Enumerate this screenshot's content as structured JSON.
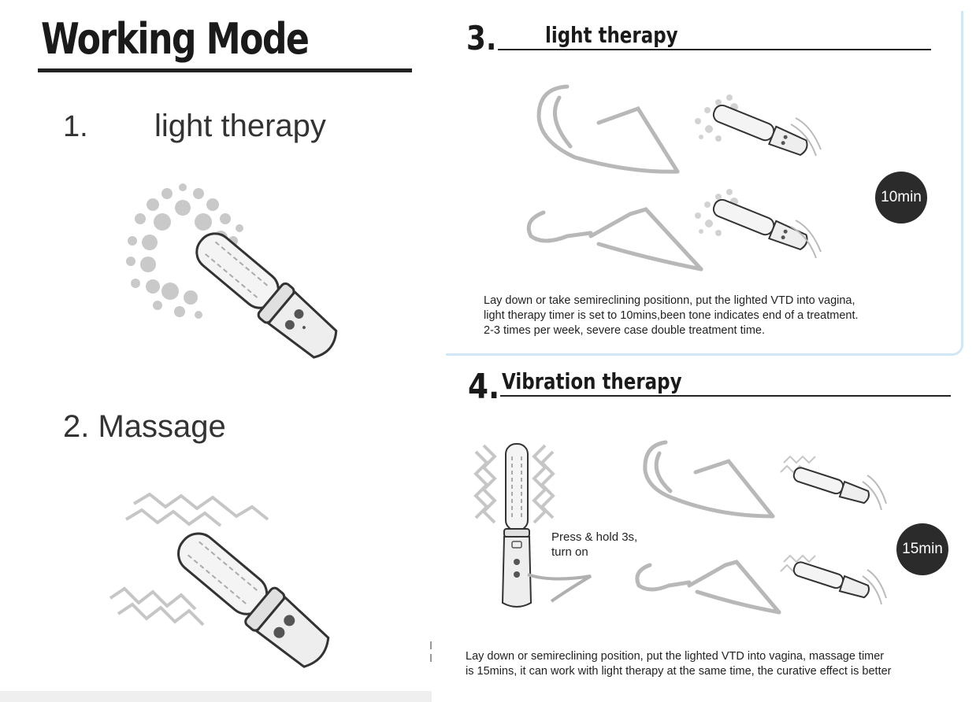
{
  "left": {
    "title": "Working Mode",
    "mode1": {
      "number": "1.",
      "label": "light therapy"
    },
    "mode2": {
      "label": "2. Massage"
    }
  },
  "section3": {
    "number": "3.",
    "title": "light therapy",
    "timer": "10min",
    "description": [
      "Lay down or take semireclining positionn, put the lighted VTD into vagina,",
      "light therapy timer is set to 10mins,been tone indicates end of a treatment.",
      "2-3 times per week, severe case double treatment time."
    ]
  },
  "section4": {
    "number": "4.",
    "title": "Vibration therapy",
    "timer": "15min",
    "press_hint": [
      "Press & hold 3s,",
      "turn on"
    ],
    "description": [
      "Lay down or semireclining position, put the lighted VTD into vagina, massage timer",
      "is 15mins, it can work with light therapy at the same time, the curative effect is better"
    ]
  },
  "colors": {
    "badge": "#2b2b2b",
    "text": "#222222",
    "frame_border": "#cfe7f7",
    "illustration_gray": "#b8b8b8"
  },
  "icons": [
    "wand-device-icon",
    "light-dots-icon",
    "vibration-waves-icon",
    "woman-silhouette-icon"
  ]
}
